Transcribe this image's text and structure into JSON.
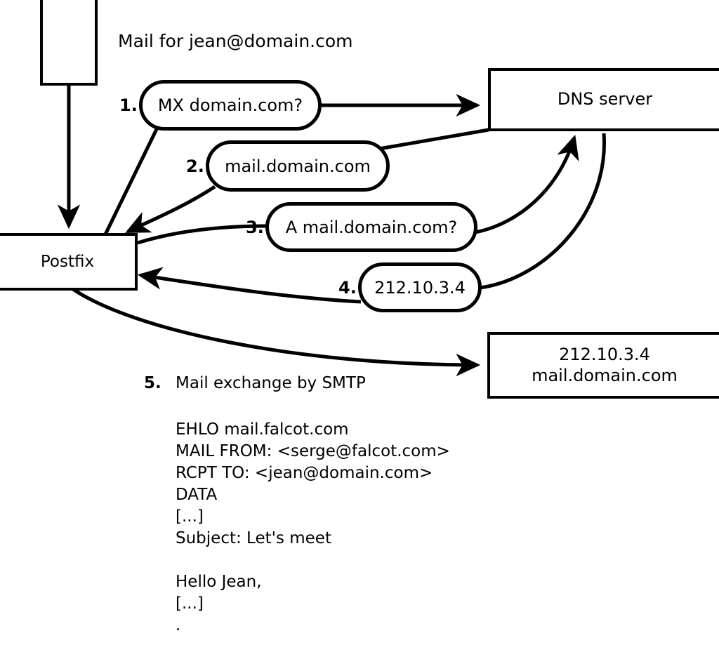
{
  "diagram": {
    "title_label": "Mail for jean@domain.com",
    "nodes": {
      "client": {
        "label": ""
      },
      "postfix": {
        "label": "Postfix"
      },
      "dns": {
        "label": "DNS server"
      },
      "target_line1": "212.10.3.4",
      "target_line2": "mail.domain.com"
    },
    "steps": [
      {
        "num": "1.",
        "label": "MX domain.com?"
      },
      {
        "num": "2.",
        "label": "mail.domain.com"
      },
      {
        "num": "3.",
        "label": "A mail.domain.com?"
      },
      {
        "num": "4.",
        "label": "212.10.3.4"
      },
      {
        "num": "5.",
        "label": "Mail exchange by SMTP"
      }
    ],
    "smtp_transcript": "EHLO mail.falcot.com\nMAIL FROM: <serge@falcot.com>\nRCPT TO: <jean@domain.com>\nDATA\n[...]\nSubject: Let's meet\n\nHello Jean,\n[...]\n.",
    "colors": {
      "stroke": "#000000",
      "background": "#ffffff",
      "text": "#000000"
    }
  }
}
